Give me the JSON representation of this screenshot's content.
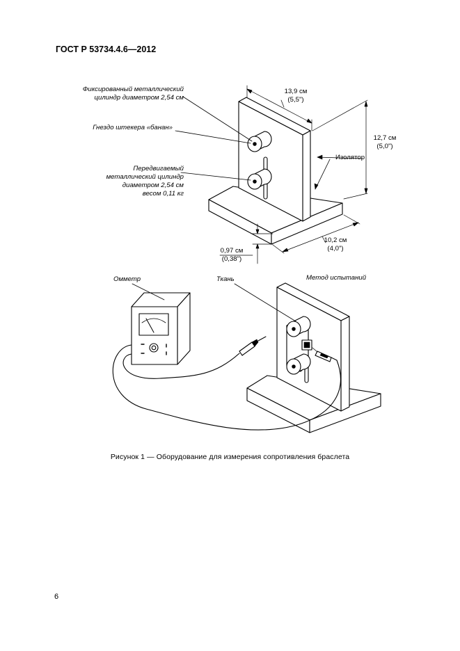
{
  "page": {
    "header": "ГОСТ Р 53734.4.6—2012",
    "page_number": "6",
    "caption": "Рисунок  1 — Оборудование для измерения сопротивления браслета"
  },
  "figure_top": {
    "label_fixed_cylinder": [
      "Фиксированный металлический",
      "цилиндр диаметром 2,54 см"
    ],
    "label_banana_jack": "Гнездо штекера «банан»",
    "label_movable_cylinder": [
      "Передвигаемый",
      "металлический цилиндр",
      "диаметром 2,54 см",
      "весом 0,11 кг"
    ],
    "label_insulator": "Изолятор",
    "dim_width": [
      "13,9 см",
      "(5,5\")"
    ],
    "dim_height": [
      "12,7 см",
      "(5,0\")"
    ],
    "dim_depth": [
      "10,2 см",
      "(4,0\")"
    ],
    "dim_thickness": [
      "0,97 см",
      "(0,38\")"
    ]
  },
  "figure_bottom": {
    "label_ohmmeter": "Омметр",
    "label_fabric": "Ткань",
    "label_test_method": "Метод испытаний"
  }
}
